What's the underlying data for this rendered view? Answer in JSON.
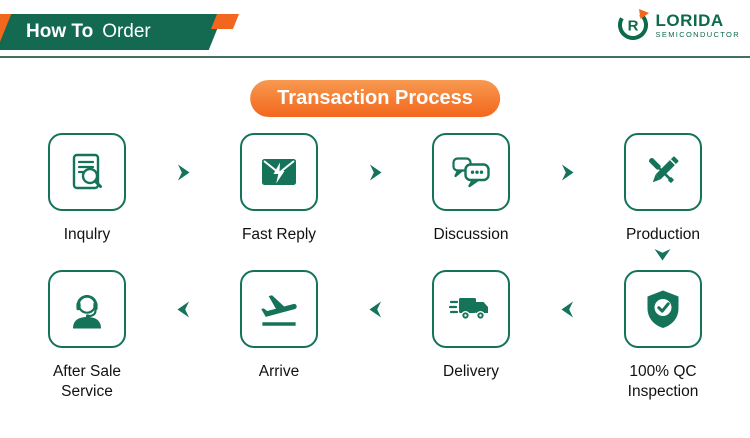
{
  "header": {
    "title_bold": "How To",
    "title_rest": "Order"
  },
  "logo": {
    "brand": "LORIDA",
    "subtitle": "SEMICONDUCTOR",
    "monogram": "R"
  },
  "section": {
    "title": "Transaction Process"
  },
  "colors": {
    "teal": "#15735a",
    "banner_green": "#136a50",
    "orange": "#f2671d",
    "text": "#111111"
  },
  "process": {
    "row1": [
      {
        "label": "Inqulry",
        "icon": "inquiry-icon"
      },
      {
        "label": "Fast Reply",
        "icon": "fast-reply-icon"
      },
      {
        "label": "Discussion",
        "icon": "discussion-icon"
      },
      {
        "label": "Production",
        "icon": "production-icon"
      }
    ],
    "row2": [
      {
        "label": "After Sale Service",
        "icon": "after-sale-service-icon"
      },
      {
        "label": "Arrive",
        "icon": "arrive-icon"
      },
      {
        "label": "Delivery",
        "icon": "delivery-icon"
      },
      {
        "label": "100% QC Inspection",
        "icon": "qc-inspection-icon"
      }
    ]
  }
}
